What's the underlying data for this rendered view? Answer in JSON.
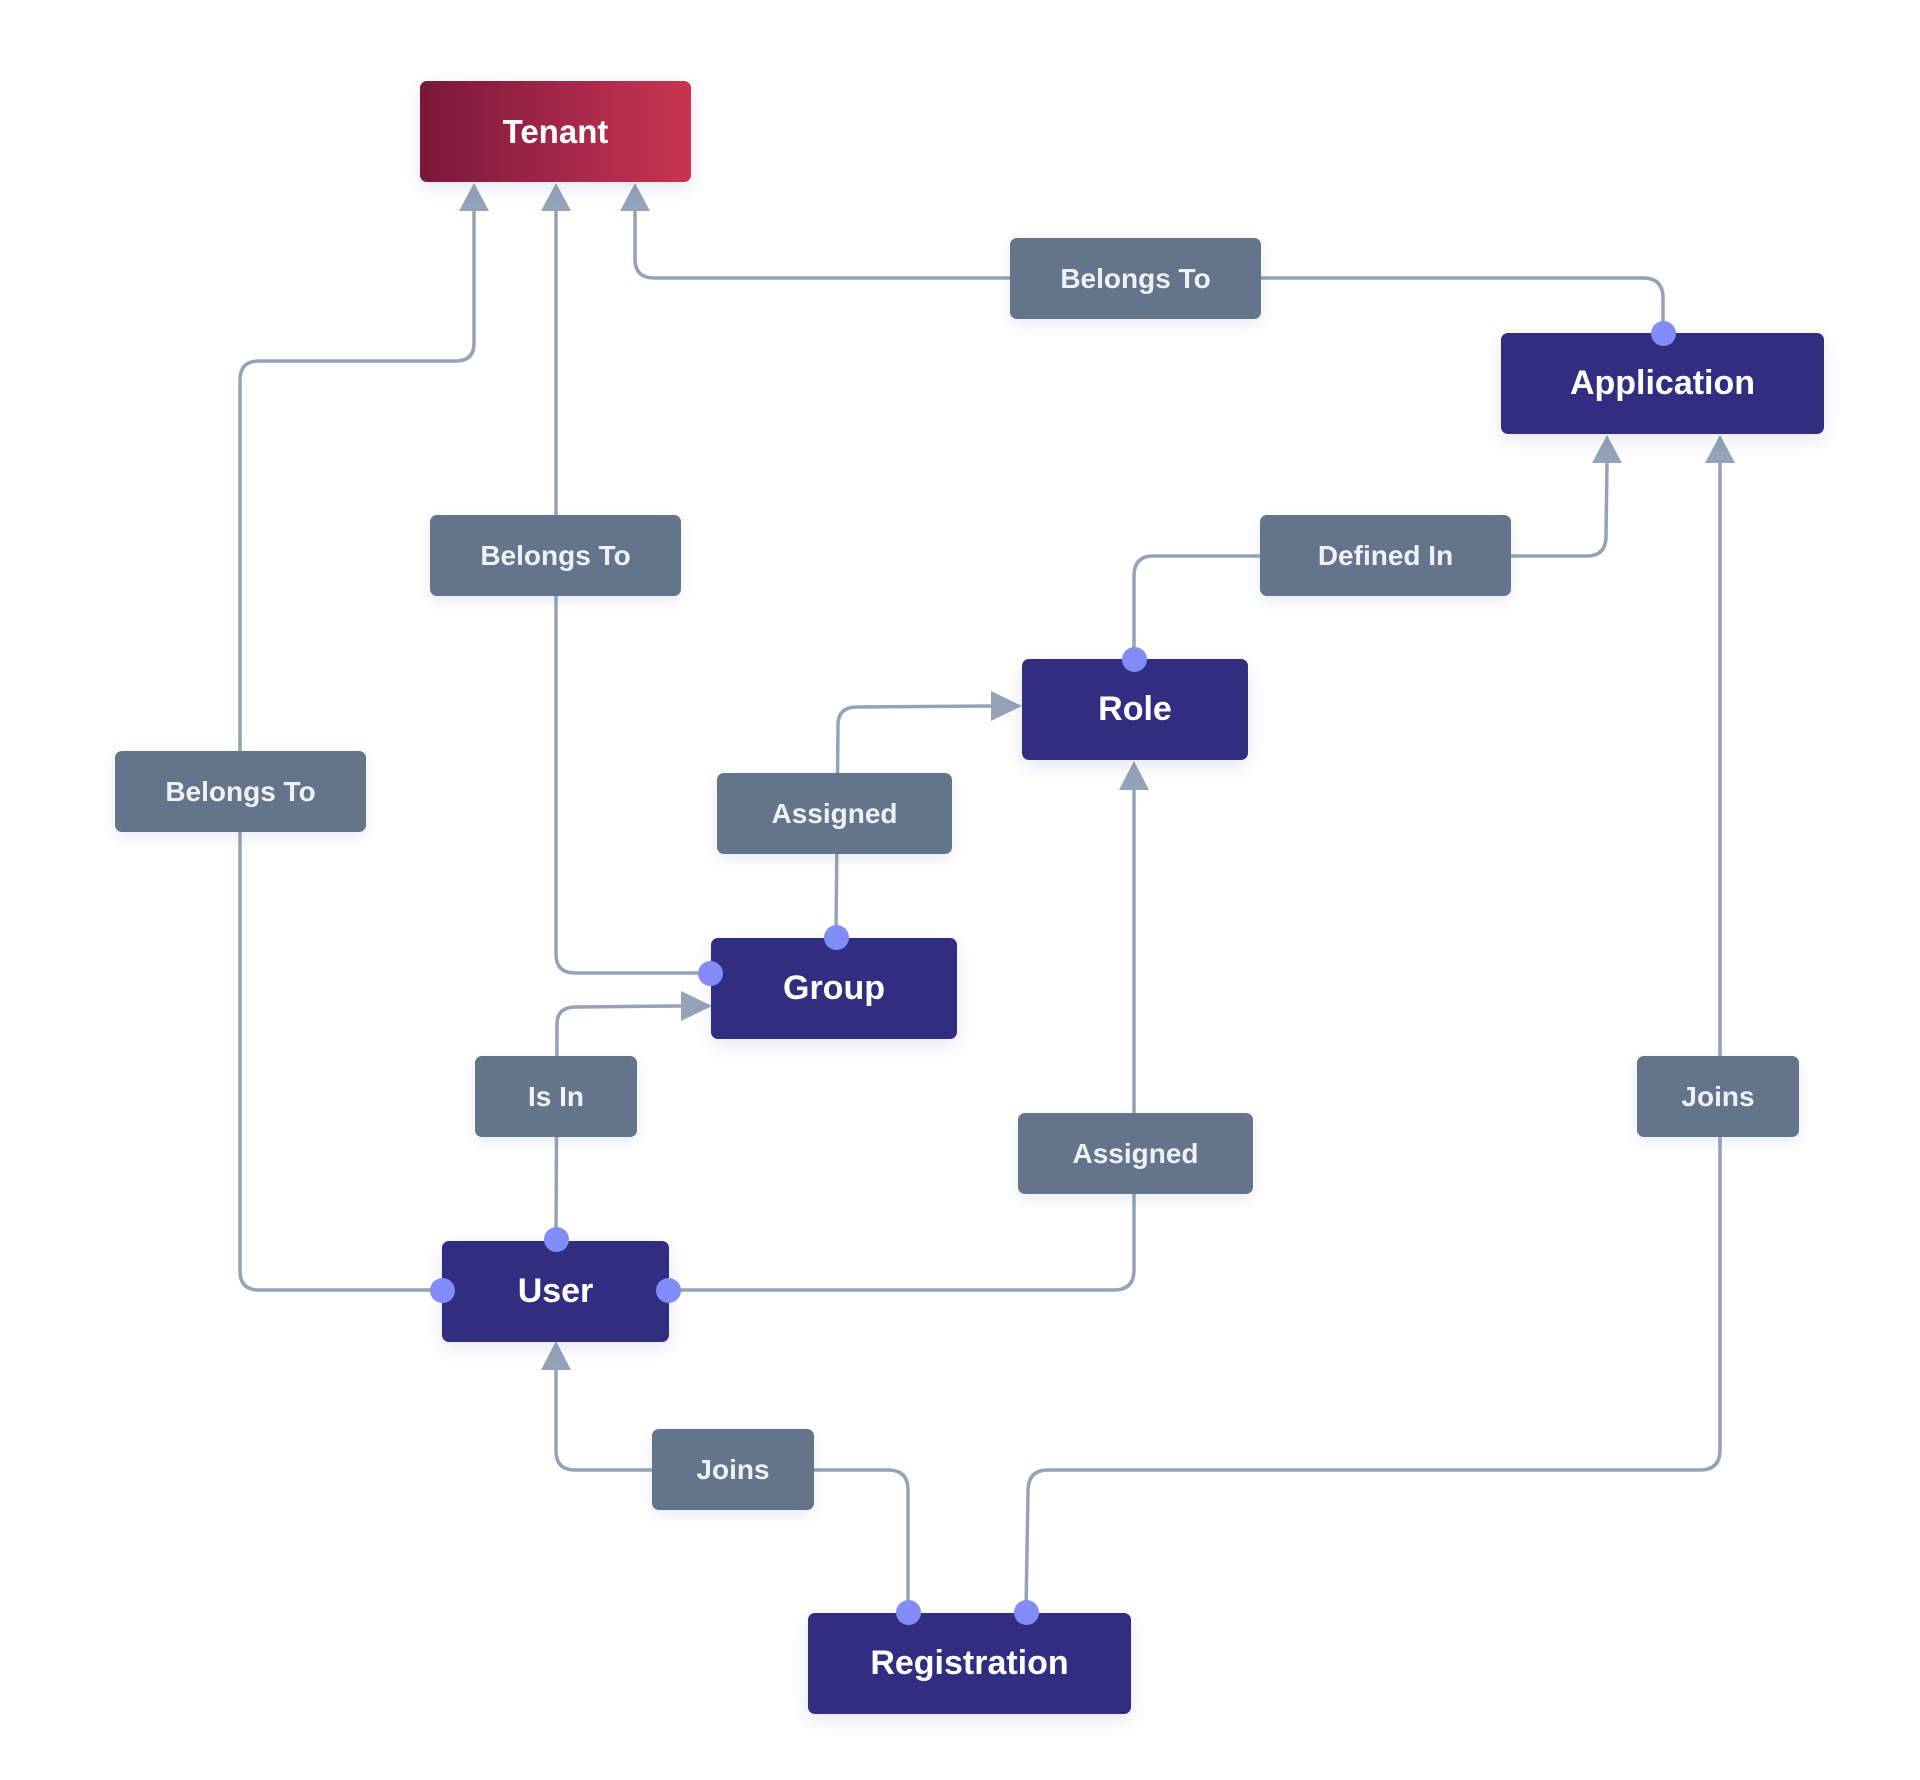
{
  "colors": {
    "entity": "#312e81",
    "tenant_gradient": [
      "#7a1838",
      "#c9344f"
    ],
    "relation_label": "#64748b",
    "connector_line": "#94a3b8",
    "endpoint_dot": "#818cf8"
  },
  "entities": {
    "tenant": "Tenant",
    "application": "Application",
    "role": "Role",
    "group": "Group",
    "user": "User",
    "registration": "Registration"
  },
  "relations": {
    "user_belongs_to_tenant": "Belongs To",
    "group_belongs_to_tenant": "Belongs To",
    "application_belongs_to_tenant": "Belongs To",
    "role_defined_in_application": "Defined In",
    "group_assigned_role": "Assigned",
    "user_is_in_group": "Is In",
    "user_assigned_role": "Assigned",
    "registration_joins_user": "Joins",
    "registration_joins_application": "Joins"
  }
}
